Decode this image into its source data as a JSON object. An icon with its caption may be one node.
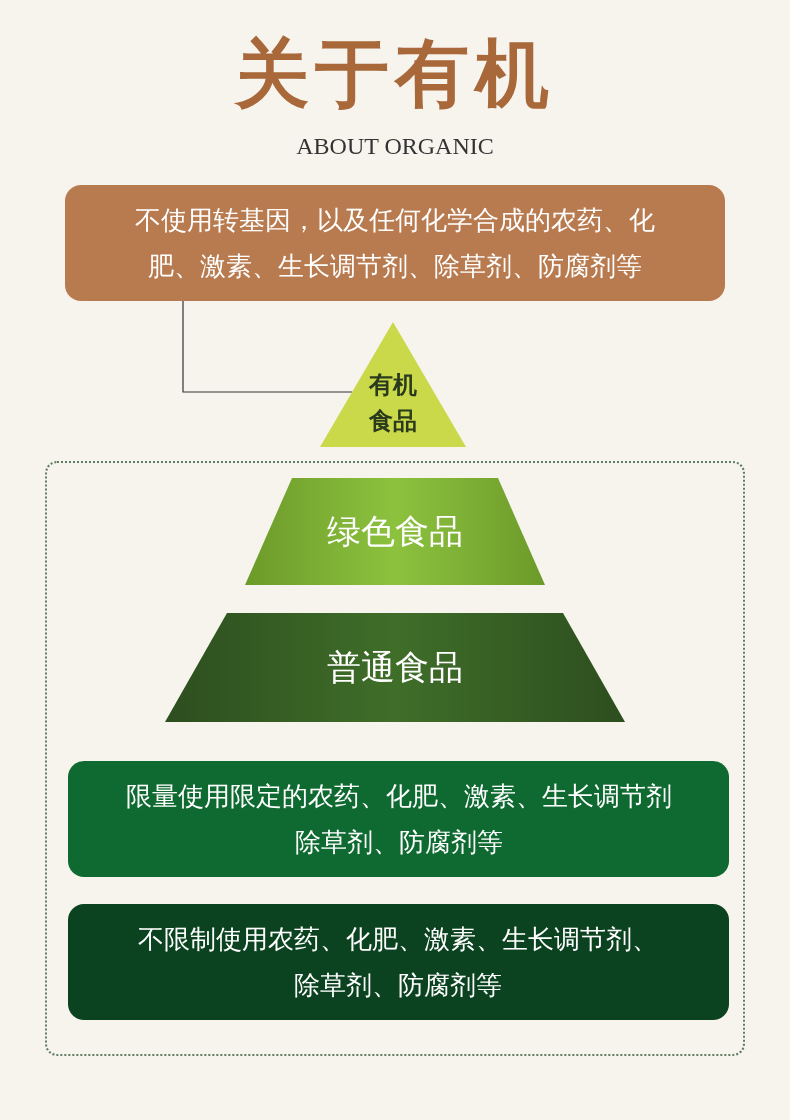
{
  "diagram": {
    "title": "关于有机",
    "nodes": [
      {
        "text": [
          "不使用转基因，以及任何化学合成的农药、化肥、激素、生长调节剂、除草剂、防腐剂等"
        ]
      },
      {
        "text": [
          "有机食品"
        ]
      },
      {
        "text": [],
        "shape": "box"
      },
      {
        "text": [
          "绿色食品"
        ],
        "in": 2
      },
      {
        "text": [
          "普通食品"
        ],
        "in": 2
      },
      {
        "text": [
          "限量使用限定的农药、化肥、激素、生长调节剂除草剂、防腐剂等"
        ],
        "in": 2
      },
      {
        "text": [
          "不限制使用农药、化肥、激素、生长调节剂、除草剂、防腐剂等"
        ],
        "in": 2
      }
    ],
    "edges": [
      {
        "from": 0,
        "to": 1,
        "arrow": "none"
      }
    ],
    "labels": [
      "ABOUT ORGANIC"
    ]
  }
}
